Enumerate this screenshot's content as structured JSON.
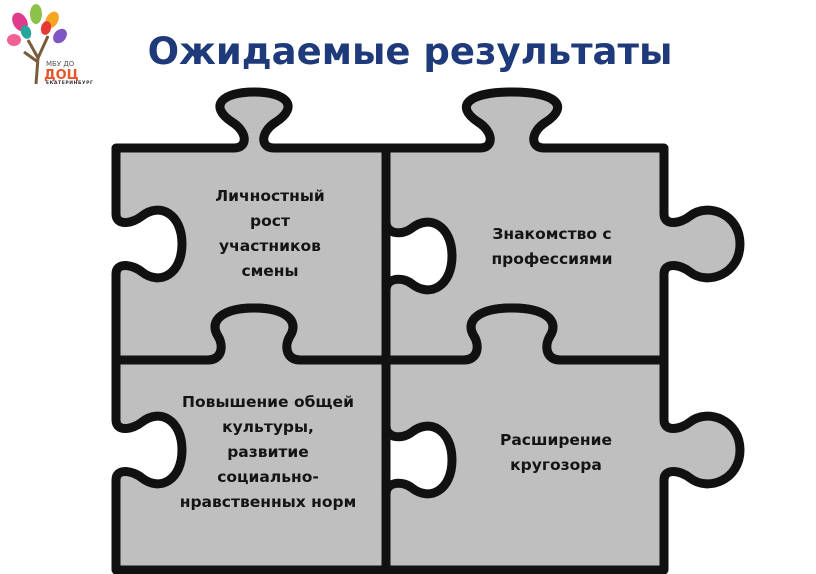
{
  "logo": {
    "top_text": "МБУ ДО",
    "brand": "ДОЦ",
    "sub_text": "ЕКАТЕРИНБУРГ"
  },
  "title": "Ожидаемые результаты",
  "pieces": [
    {
      "text": "Личностный\nрост\nучастников\nсмены"
    },
    {
      "text": "Знакомство с\nпрофессиями"
    },
    {
      "text": "Повышение общей\nкультуры,\nразвитие\nсоциально-\nнравственных норм"
    },
    {
      "text": "Расширение\nкругозора"
    }
  ],
  "colors": {
    "title": "#1f3a7a",
    "piece_fill": "#bfbfbf",
    "piece_outline": "#111111"
  }
}
